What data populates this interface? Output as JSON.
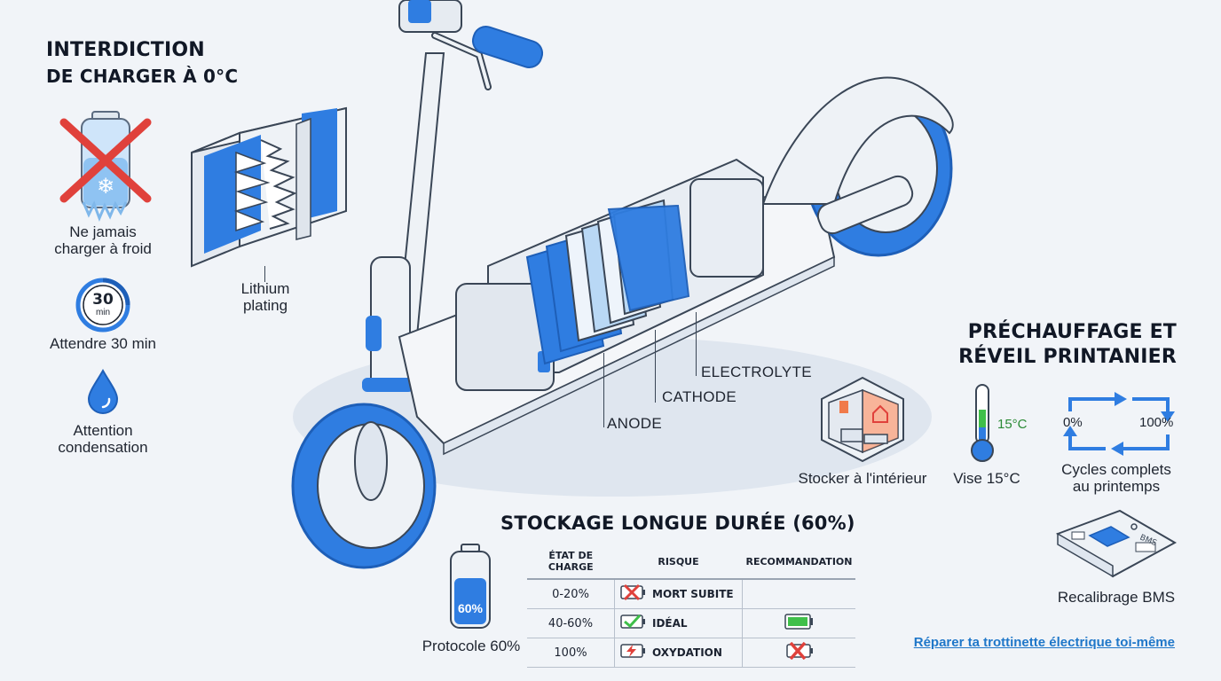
{
  "left_panel": {
    "title_line1": "INTERDICTION",
    "title_line2": "DE CHARGER À 0°C",
    "no_cold_charge_label": "Ne jamais\ncharger à froid",
    "timer_value": "30",
    "timer_unit": "min",
    "wait_label": "Attendre 30 min",
    "condensation_label": "Attention\ncondensation"
  },
  "diagram": {
    "lithium_plating_label": "Lithium\nplating",
    "electrolyte_label": "ELECTROLYTE",
    "cathode_label": "CATHODE",
    "anode_label": "ANODE"
  },
  "right_panel": {
    "title_line1": "PRÉCHAUFFAGE ET",
    "title_line2": "RÉVEIL PRINTANIER",
    "indoor_label": "Stocker à l'intérieur",
    "thermometer_value": "15°C",
    "target_temp_label": "Vise 15°C",
    "cycle_start": "0%",
    "cycle_end": "100%",
    "cycles_label": "Cycles complets\nau printemps",
    "bms_label": "Recalibrage BMS"
  },
  "storage": {
    "title": "STOCKAGE LONGUE DURÉE (60%)",
    "battery_value": "60%",
    "protocol_label": "Protocole 60%",
    "headers": [
      "ÉTAT DE CHARGE",
      "RISQUE",
      "RECOMMANDATION"
    ],
    "rows": [
      {
        "charge": "0-20%",
        "risk": "MORT SUBITE",
        "risk_icon": "battery-cross-icon",
        "recommendation_icon": ""
      },
      {
        "charge": "40-60%",
        "risk": "IDÉAL",
        "risk_icon": "battery-check-icon",
        "recommendation_icon": "battery-green-icon"
      },
      {
        "charge": "100%",
        "risk": "OXYDATION",
        "risk_icon": "battery-lightning-icon",
        "recommendation_icon": "battery-cross-icon"
      }
    ]
  },
  "footer": {
    "link_text": "Réparer ta trottinette électrique toi-même"
  },
  "colors": {
    "accent_blue": "#2f7de1",
    "light_blue": "#b9d8f5",
    "red": "#e0413b",
    "green": "#3fbf4a",
    "orange": "#f07a4a",
    "link": "#1f77c9"
  }
}
